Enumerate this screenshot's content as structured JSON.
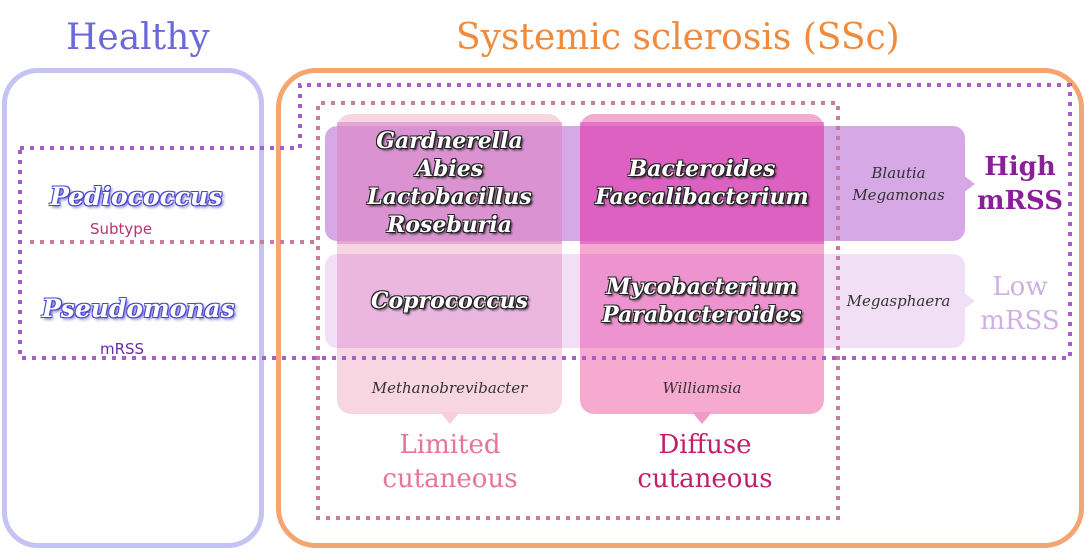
{
  "colors": {
    "healthy": "#6b69d8",
    "healthy_border": "#c4c3f3",
    "ssc": "#f08a3c",
    "ssc_border": "#f4a572",
    "subtype_dots": "#c77b9e",
    "mrss_dots": "#a65ecb",
    "high_band": "#c990e0",
    "low_band": "#eed6f3",
    "limited_col": "#f3c3d2",
    "diffuse_col": "#ee6bb6",
    "limited_label": "#e8749a",
    "diffuse_label": "#c21f6a",
    "high_label": "#8a1f9a",
    "low_label": "#cfb0e2",
    "subtype_text": "#c0306a",
    "mrss_text": "#6a2aa0"
  },
  "groups": {
    "healthy": "Healthy",
    "ssc": "Systemic sclerosis (SSc)"
  },
  "healthy_genera": [
    "Pediococcus",
    "Pseudomonas"
  ],
  "dotted_labels": {
    "subtype": "Subtype",
    "mrss": "mRSS"
  },
  "cells": {
    "limited_high": [
      "Gardnerella",
      "Abies",
      "Lactobacillus",
      "Roseburia"
    ],
    "diffuse_high": [
      "Bacteroides",
      "Faecalibacterium"
    ],
    "limited_low": [
      "Coprococcus"
    ],
    "diffuse_low": [
      "Mycobacterium",
      "Parabacteroides"
    ]
  },
  "exclusive": {
    "high_mrss": [
      "Blautia",
      "Megamonas"
    ],
    "low_mrss": [
      "Megasphaera"
    ],
    "limited": "Methanobrevibacter",
    "diffuse": "Williamsia"
  },
  "subtypes": {
    "limited": [
      "Limited",
      "cutaneous"
    ],
    "diffuse": [
      "Diffuse",
      "cutaneous"
    ]
  },
  "mrss_levels": {
    "high": [
      "High",
      "mRSS"
    ],
    "low": [
      "Low",
      "mRSS"
    ]
  }
}
